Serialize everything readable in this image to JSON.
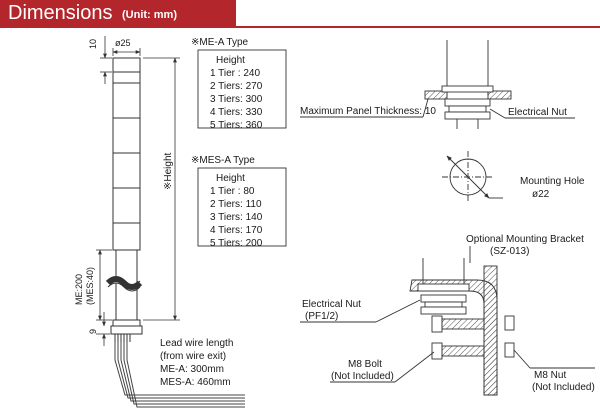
{
  "header": {
    "title": "Dimensions",
    "unit": "(Unit: mm)"
  },
  "colors": {
    "accent": "#b3262c",
    "line": "#333333",
    "text": "#1a1a1a"
  },
  "dims": {
    "top_gap": "10",
    "diameter": "ø25",
    "height_label": "※Height",
    "base_length_a": "ME:200",
    "base_length_b": "(MES:40)",
    "base_height": "9"
  },
  "me_a_table": {
    "title": "※ME-A Type",
    "header": "Height",
    "rows": [
      "1 Tier : 240",
      "2 Tiers: 270",
      "3 Tiers: 300",
      "4 Tiers: 330",
      "5 Tiers: 360"
    ]
  },
  "mes_a_table": {
    "title": "※MES-A Type",
    "header": "Height",
    "rows": [
      "1 Tier : 80",
      "2 Tiers: 110",
      "3 Tiers: 140",
      "4 Tiers: 170",
      "5 Tiers: 200"
    ]
  },
  "lead_wire": {
    "lines": [
      "Lead wire length",
      "(from wire exit)",
      "ME-A: 300mm",
      "MES-A: 460mm"
    ]
  },
  "panel": {
    "thickness_label": "Maximum Panel Thickness: 10",
    "nut_label": "Electrical Nut"
  },
  "mounting_hole": {
    "label": "Mounting Hole",
    "diameter": "ø22"
  },
  "bracket": {
    "title": "Optional Mounting Bracket",
    "model": "(SZ-013)",
    "nut_label": "Electrical Nut",
    "nut_model": "(PF1/2)",
    "bolt_label": "M8 Bolt",
    "bolt_note": "(Not Included)",
    "m8nut_label": "M8 Nut",
    "m8nut_note": "(Not Included)"
  }
}
